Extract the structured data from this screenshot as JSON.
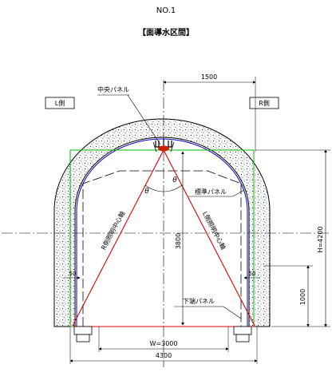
{
  "header": {
    "doc_no": "NO.1",
    "section_title": "【面導水区間】"
  },
  "labels": {
    "left_side": "L側",
    "right_side": "R側",
    "center_panel": "中央パネル",
    "standard_panel": "標準パネル",
    "bottom_panel": "下端パネル",
    "r_axis": "R側照明中心軸",
    "l_axis": "L側照明中心軸",
    "theta_left": "θ",
    "theta_right": "θ"
  },
  "dimensions": {
    "top_offset": "1500",
    "center_height": "3800",
    "total_height": "H=4200",
    "bottom_height": "1000",
    "inner_width": "W=3000",
    "outer_width": "4300",
    "left_gap": "50",
    "right_gap": "50"
  },
  "colors": {
    "lining_outline": "#000000",
    "inner_arch": "#0000cc",
    "light_axes": "#dd0000",
    "green_frame": "#00bb00",
    "fixture": "#cc2200"
  }
}
